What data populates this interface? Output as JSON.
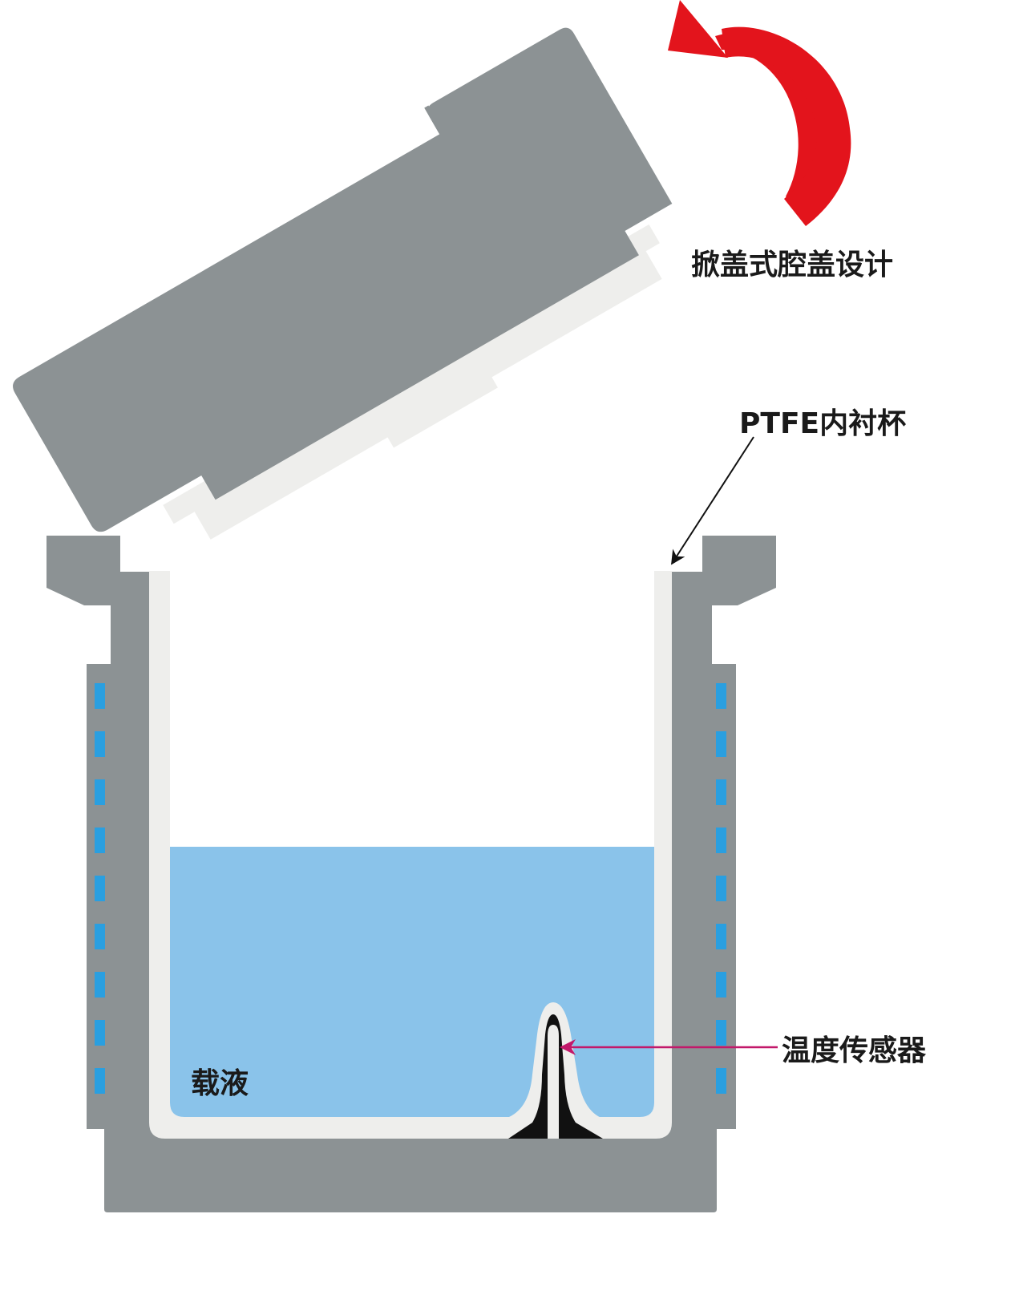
{
  "labels": {
    "lid": "掀盖式腔盖设计",
    "liner": "PTFE内衬杯",
    "sensor": "温度传感器",
    "liquid": "载液"
  },
  "colors": {
    "body_gray": "#8C9294",
    "liner_light": "#EEEEEC",
    "liquid_blue": "#8AC3EA",
    "heater_blue": "#2A9FE0",
    "arrow_red": "#E3141C",
    "sensor_black": "#111111",
    "sensor_pointer": "#C2186A",
    "leader_black": "#111111"
  }
}
